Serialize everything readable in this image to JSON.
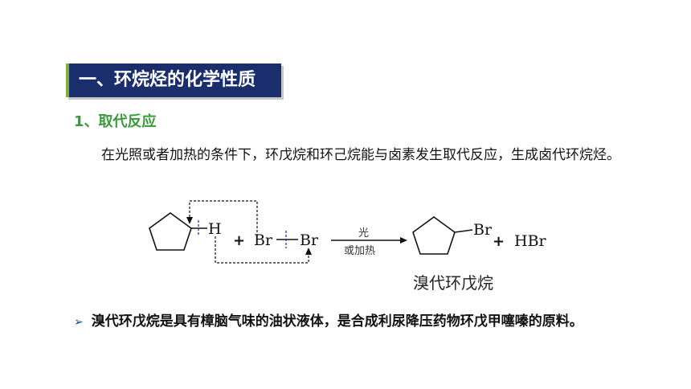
{
  "title": "一、环烷烃的化学性质",
  "section": "1、取代反应",
  "intro": "在光照或者加热的条件下，环戊烷和环己烷能与卤素发生取代反应，生成卤代环烷烃。",
  "reaction": {
    "reactant_h": "H",
    "plus1": "+",
    "br_left": "Br",
    "br_right": "Br",
    "condition_top": "光",
    "condition_bottom": "或加热",
    "product_br": "Br",
    "plus2": "+",
    "byproduct": "HBr",
    "product_name": "溴代环戊烷"
  },
  "bullet": {
    "icon": "arrow-right-icon",
    "text": "溴代环戊烷是具有樟脑气味的油状液体，是合成利尿降压药物环戊甲噻嗪的原料。"
  },
  "colors": {
    "title_bg": "#1a2e6e",
    "title_accent": "#7fb03c",
    "heading": "#3a9a3a",
    "bond_break": "#2233cc"
  }
}
